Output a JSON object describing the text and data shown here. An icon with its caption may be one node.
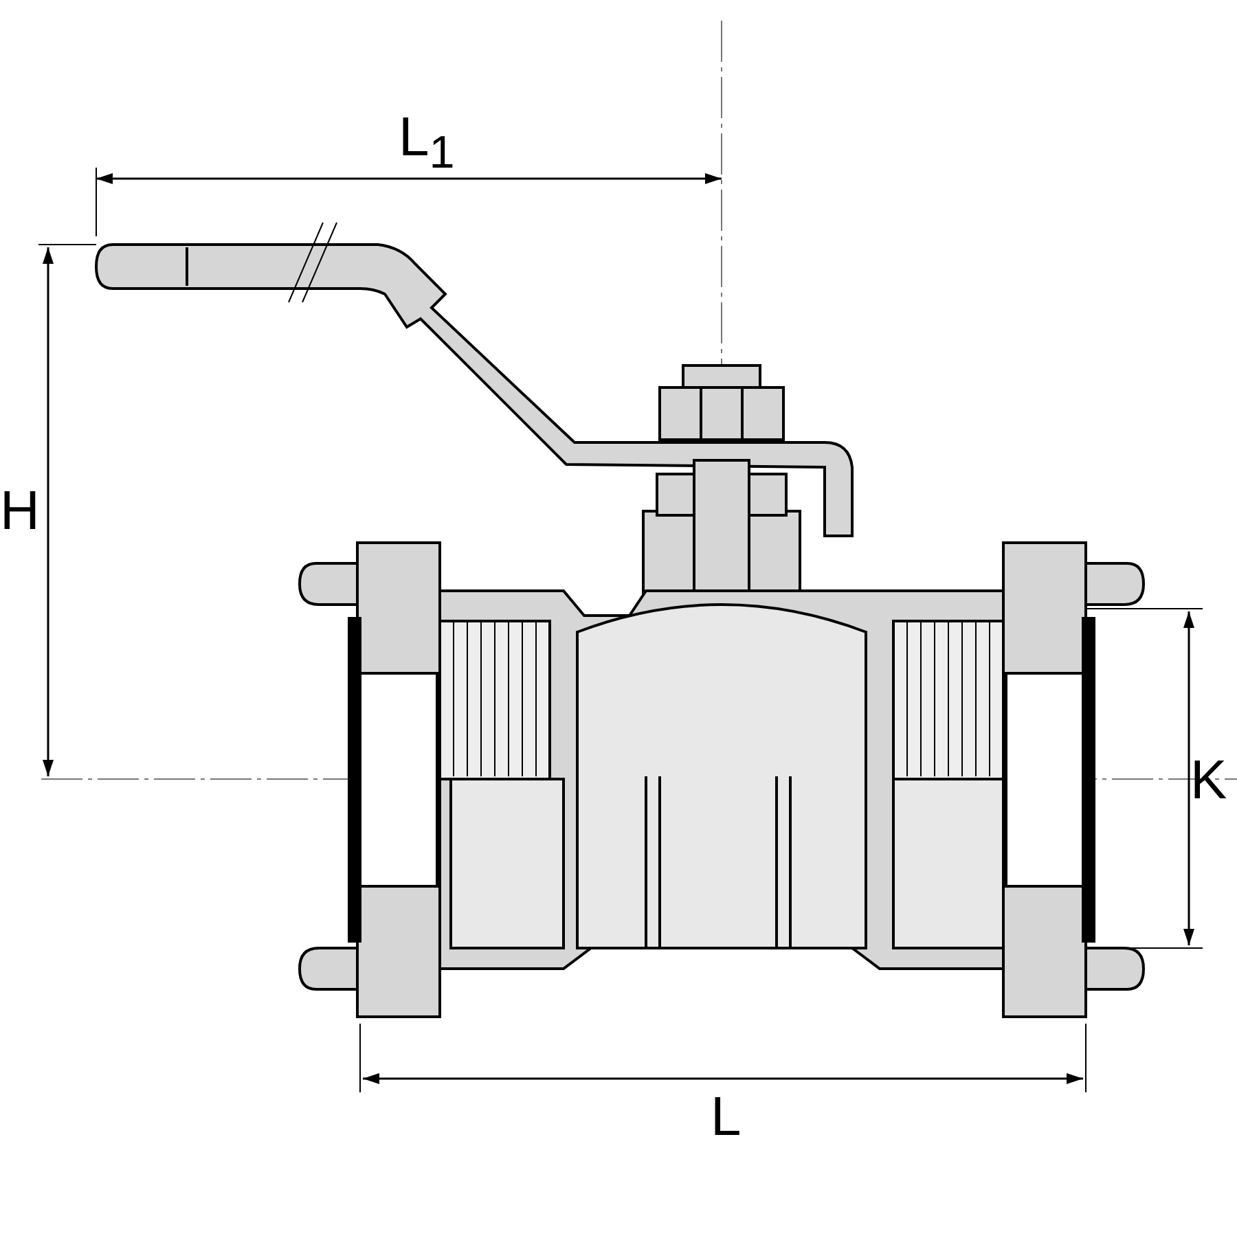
{
  "diagram": {
    "labels": [
      "L$_{1}$",
      "H",
      "K",
      "L"
    ]
  }
}
